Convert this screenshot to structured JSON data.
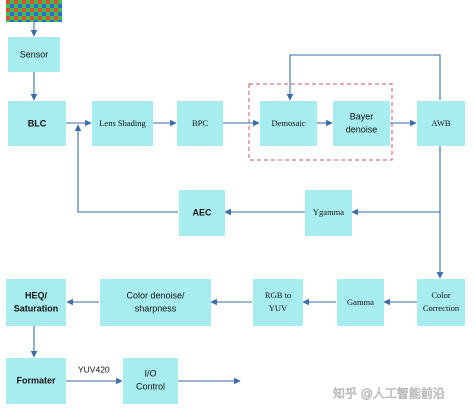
{
  "nodes": {
    "sensor": "Sensor",
    "blc": "BLC",
    "lens_shading": "Lens Shading",
    "bpc": "BPC",
    "demosaic": "Demosaic",
    "bayer_denoise_1": "Bayer",
    "bayer_denoise_2": "denoise",
    "awb": "AWB",
    "aec": "AEC",
    "ygamma": "Ygamma",
    "color_correction_1": "Color",
    "color_correction_2": "Correction",
    "gamma": "Gamma",
    "rgb_to_yuv_1": "RGB to",
    "rgb_to_yuv_2": "YUV",
    "color_denoise_1": "Color denoise/",
    "color_denoise_2": "sharpness",
    "heq_1": "HEQ/",
    "heq_2": "Saturation",
    "formater": "Formater",
    "io_control_1": "I/O",
    "io_control_2": "Control"
  },
  "edge_labels": {
    "yuv420": "YUV420"
  },
  "watermark": "知乎 @人工智能前沿",
  "colors": {
    "box_fill": "#a7ecef",
    "arrow": "#3a6ea5",
    "dashed_group": "#c45a5a"
  }
}
